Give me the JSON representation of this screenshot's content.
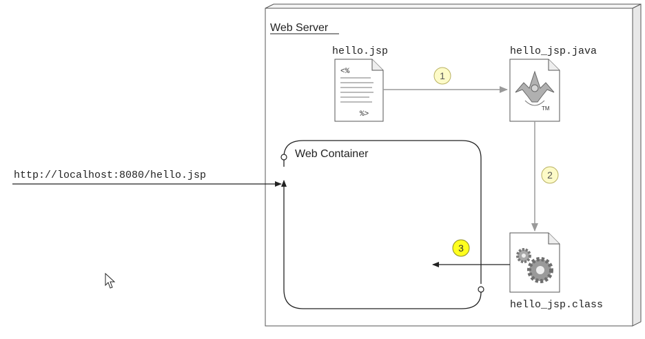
{
  "diagram": {
    "server_label": "Web Server",
    "container_label": "Web Container",
    "url": "http://localhost:8080/hello.jsp",
    "files": {
      "jsp": "hello.jsp",
      "java": "hello_jsp.java",
      "class": "hello_jsp.class"
    },
    "jsp_open_tag": "<%",
    "jsp_close_tag": "%>",
    "java_tm": "TM",
    "steps": [
      "1",
      "2",
      "3"
    ],
    "colors": {
      "step_badge_pale": "#fdfbc8",
      "step_badge_bright": "#ffff1e",
      "step_border": "#b8b060",
      "arrow_gray": "#9a9a9a",
      "line_dark": "#222222"
    }
  }
}
